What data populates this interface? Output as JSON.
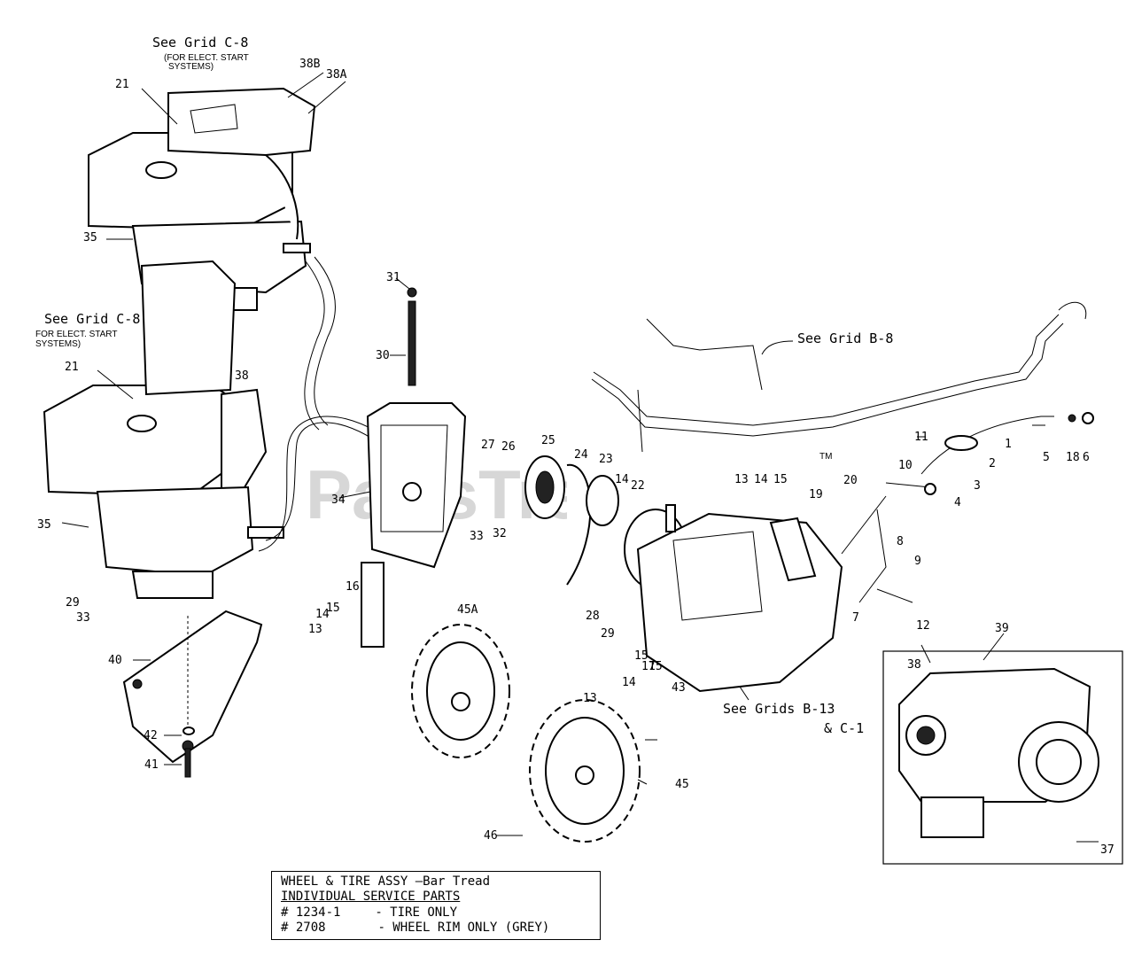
{
  "watermark": "PartsTree",
  "trademark": "TM",
  "notes": {
    "grid_c8_top": "See Grid C-8",
    "elect_start_top_1": "(FOR ELECT. START",
    "elect_start_top_2": "SYSTEMS)",
    "grid_c8_mid": "See Grid C-8",
    "elect_start_mid_1": "FOR ELECT. START",
    "elect_start_mid_2": "SYSTEMS)",
    "grid_b8": "See Grid B-8",
    "grids_b13_1": "See Grids B-13",
    "grids_b13_2": "& C-1"
  },
  "callouts": [
    "38B",
    "38A",
    "21",
    "35",
    "31",
    "30",
    "21",
    "38",
    "35",
    "27",
    "26",
    "25",
    "24",
    "23",
    "14",
    "22",
    "13",
    "14",
    "15",
    "19",
    "20",
    "11",
    "10",
    "5",
    "18",
    "6",
    "2",
    "1",
    "3",
    "4",
    "34",
    "33",
    "32",
    "8",
    "9",
    "7",
    "12",
    "16",
    "15",
    "14",
    "13",
    "29",
    "33",
    "28",
    "29",
    "15",
    "17",
    "15",
    "14",
    "13",
    "43",
    "45A",
    "40",
    "42",
    "41",
    "45",
    "46",
    "38",
    "39",
    "37"
  ],
  "legend": {
    "title": "WHEEL & TIRE ASSY —Bar Tread",
    "subtitle": "INDIVIDUAL SERVICE PARTS",
    "row1_num": "# 1234-1",
    "row1_desc": "- TIRE ONLY",
    "row2_num": "# 2708",
    "row2_desc": "- WHEEL RIM ONLY (GREY)"
  }
}
